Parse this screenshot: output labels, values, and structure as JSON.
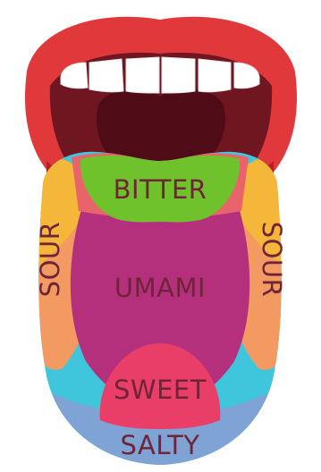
{
  "colors": {
    "lips": "#e1383c",
    "lips_dark": "#b71f28",
    "mouth_interior": "#6f1621",
    "throat": "#4f0c17",
    "teeth": "#ffffff",
    "tongue_back": "#e8636a",
    "bitter": "#6fc22b",
    "sour_yellow": "#f5b73a",
    "sour_orange": "#f39a63",
    "umami": "#b4307c",
    "sweet": "#e83e68",
    "salty": "#7ea3d4",
    "tip_cyan": "#3fc6dd",
    "label_text": "#6f2437"
  },
  "zones": {
    "bitter": "BITTER",
    "sour_left": "SOUR",
    "sour_right": "SOUR",
    "umami": "UMAMI",
    "sweet": "SWEET",
    "salty": "SALTY"
  }
}
